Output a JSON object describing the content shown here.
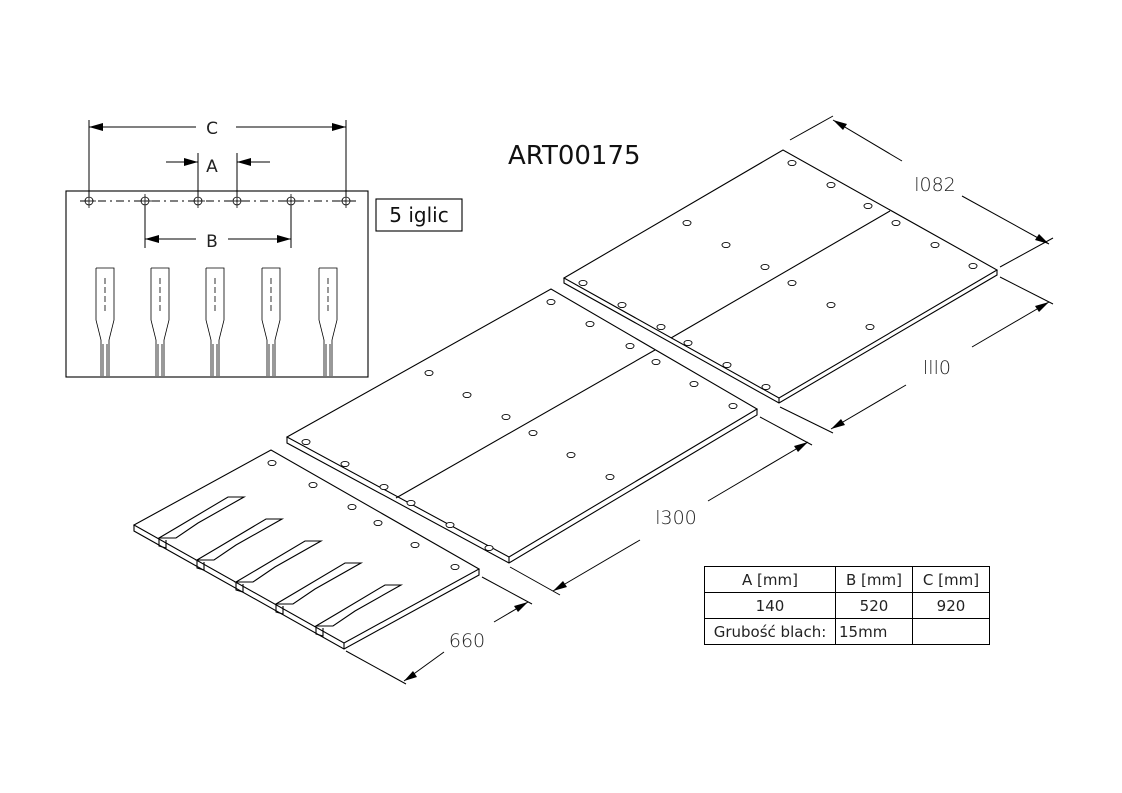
{
  "title": "ART00175",
  "needles_label": "5 iglic",
  "detail_letters": {
    "c": "C",
    "a": "A",
    "b": "B"
  },
  "dimensions": {
    "length_1300": "l300",
    "length_1110": "lll0",
    "length_1082": "l082",
    "width_660": "660"
  },
  "table": {
    "headers": [
      "A [mm]",
      "B [mm]",
      "C [mm]"
    ],
    "values": [
      "140",
      "520",
      "920"
    ],
    "thickness_label": "Grubość blach:",
    "thickness_value": "15mm"
  }
}
